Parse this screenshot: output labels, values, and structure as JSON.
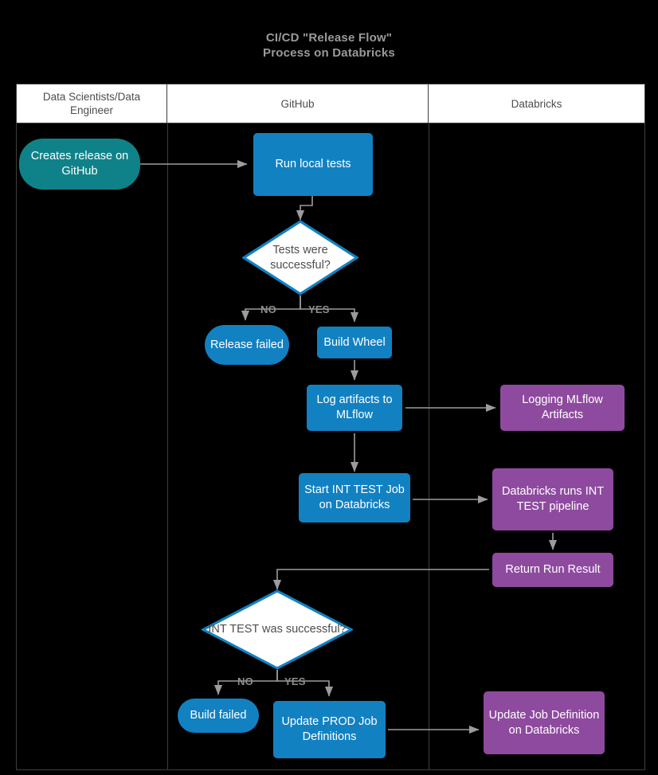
{
  "title": {
    "line1": "CI/CD  \"Release Flow\"",
    "line2": "Process on Databricks"
  },
  "lanes": [
    {
      "id": "lane-data-scientists",
      "label": "Data Scientists/Data Engineer"
    },
    {
      "id": "lane-github",
      "label": "GitHub"
    },
    {
      "id": "lane-databricks",
      "label": "Databricks"
    }
  ],
  "nodes": {
    "creates_release": "Creates release on GitHub",
    "run_local_tests": "Run local tests",
    "tests_successful": "Tests were successful?",
    "release_failed": "Release failed",
    "build_wheel": "Build Wheel",
    "log_artifacts": "Log artifacts to MLflow",
    "logging_mlflow_artifacts": "Logging MLflow Artifacts",
    "start_int_test": "Start INT TEST Job on Databricks",
    "databricks_runs_int_test": "Databricks runs INT TEST pipeline",
    "return_run_result": "Return Run Result",
    "int_test_successful": "INT TEST was successful?",
    "build_failed": "Build failed",
    "update_prod_job": "Update PROD Job Definitions",
    "update_job_definition": "Update Job Definition on Databricks"
  },
  "edge_labels": {
    "tests_no": "NO",
    "tests_yes": "YES",
    "int_no": "NO",
    "int_yes": "YES"
  },
  "colors": {
    "background": "#000000",
    "start_teal": "#0f8289",
    "github_blue": "#1281c2",
    "databricks_purple": "#8e4a9e",
    "decision_fill": "#ffffff",
    "decision_border": "#1281c2",
    "connector": "#9c9c9c",
    "lane_border": "#3f3f3f",
    "lane_header_bg": "#ffffff",
    "title_text": "#9a9a9a"
  }
}
